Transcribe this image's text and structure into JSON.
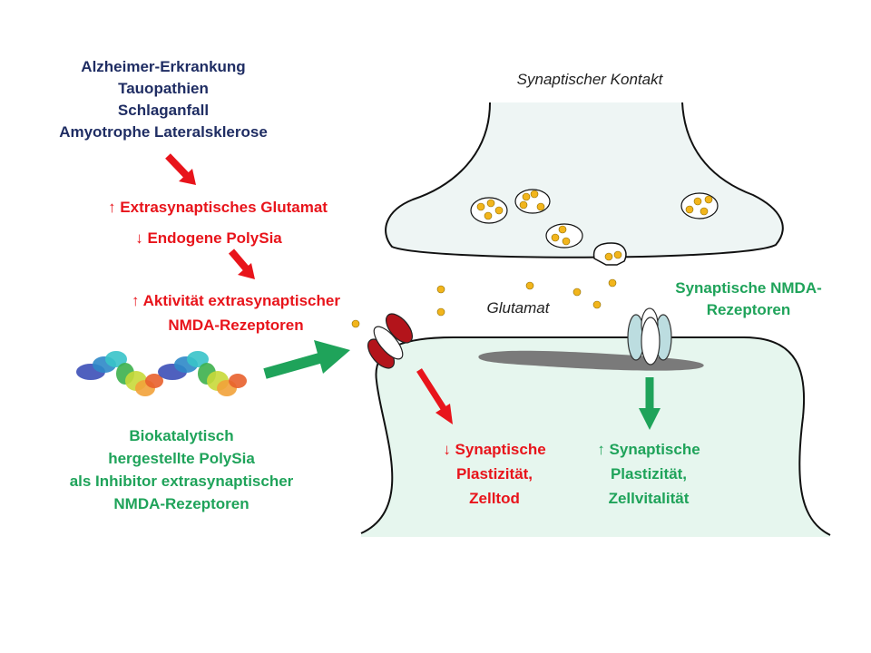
{
  "diseases": {
    "line1": "Alzheimer-Erkrankung",
    "line2": "Tauopathien",
    "line3": "Schlaganfall",
    "line4": "Amyotrophe Lateralsklerose"
  },
  "effects": {
    "glutamat": "↑ Extrasynaptisches Glutamat",
    "polysia": "↓ Endogene PolySia",
    "activity_line1": "↑ Aktivität extrasynaptischer",
    "activity_line2": "NMDA-Rezeptoren"
  },
  "inhibitor": {
    "line1": "Biokatalytisch",
    "line2": "hergestellte PolySia",
    "line3": "als Inhibitor extrasynaptischer",
    "line4": "NMDA-Rezeptoren"
  },
  "synapse": {
    "title": "Synaptischer Kontakt",
    "glutamat_label": "Glutamat",
    "nmda_line1": "Synaptische NMDA-",
    "nmda_line2": "Rezeptoren"
  },
  "outcomes": {
    "negative_line1": "↓ Synaptische",
    "negative_line2": "Plastizität,",
    "negative_line3": "Zelltod",
    "positive_line1": "↑ Synaptische",
    "positive_line2": "Plastizität,",
    "positive_line3": "Zellvitalität"
  },
  "colors": {
    "navy": "#1f2d63",
    "red": "#e8141b",
    "green": "#1fa35a",
    "presynapse_fill": "#eef5f4",
    "postsynapse_fill": "#e6f6ee",
    "vesicle_dot": "#f2b51c",
    "receptor_red": "#b3141b",
    "receptor_teal": "#bcdde0",
    "psd_gray": "#7a7a7a"
  }
}
